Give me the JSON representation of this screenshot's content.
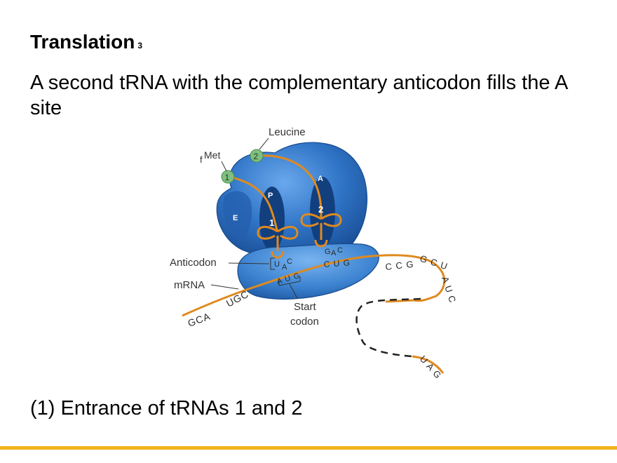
{
  "slide": {
    "title": "Translation",
    "title_sub": "3",
    "body": "A second tRNA with the complementary anticodon fills the A site",
    "caption": "(1) Entrance of tRNAs 1 and 2"
  },
  "figure": {
    "labels": {
      "leucine": "Leucine",
      "fmet_prefix": "f",
      "fmet": "Met",
      "anticodon": "Anticodon",
      "mrna": "mRNA",
      "start": "Start",
      "codon": "codon"
    },
    "sites": {
      "e": "E",
      "p": "P",
      "a": "A"
    },
    "trna_numbers": {
      "one": "1",
      "two": "2"
    },
    "amino_numbers": {
      "one": "1",
      "two": "2"
    },
    "anticodons": {
      "trna1": {
        "b1": "U",
        "b2": "A",
        "b3": "C"
      },
      "trna2": {
        "b1": "G",
        "b2": "A",
        "b3": "C"
      }
    },
    "mrna_codons": {
      "gca": "GCA",
      "ugc": "UGC",
      "aug": "A U G",
      "cug": "C U G",
      "ccg": "C C G",
      "gcu": "G C U",
      "auc": "A U C",
      "uag": "U A G"
    },
    "colors": {
      "ribosome_dark": "#1e5aa8",
      "ribosome_mid": "#2f74c6",
      "ribosome_light": "#5b9be0",
      "trna": "#e08a1e",
      "amino_acid": "#7fbf7f",
      "accent_bar": "#f2b31a"
    }
  }
}
